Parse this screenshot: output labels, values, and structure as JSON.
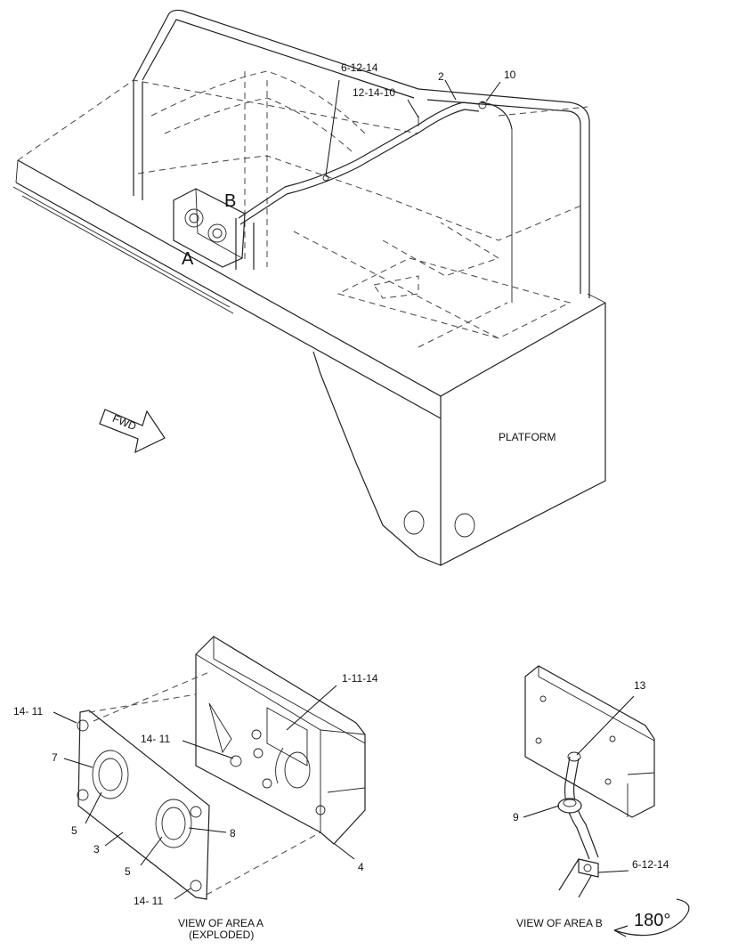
{
  "labels": {
    "callout_6_12_14_top": "6-12-14",
    "callout_12_14_10": "12-14-10",
    "callout_2": "2",
    "callout_10": "10",
    "area_b": "B",
    "area_a": "A",
    "fwd": "FWD",
    "platform": "PLATFORM",
    "callout_1_11_14": "1-11-14",
    "callout_14_11_top": "14- 11",
    "callout_14_11_mid": "14- 11",
    "callout_14_11_bottom": "14- 11",
    "callout_7": "7",
    "callout_5_upper": "5",
    "callout_5_lower": "5",
    "callout_3": "3",
    "callout_8": "8",
    "callout_4": "4",
    "view_a_line1": "VIEW OF AREA A",
    "view_a_line2": "(EXPLODED)",
    "callout_13": "13",
    "callout_9": "9",
    "callout_6_12_14_bottom": "6-12-14",
    "view_b": "VIEW OF AREA B",
    "rotation": "180°"
  }
}
